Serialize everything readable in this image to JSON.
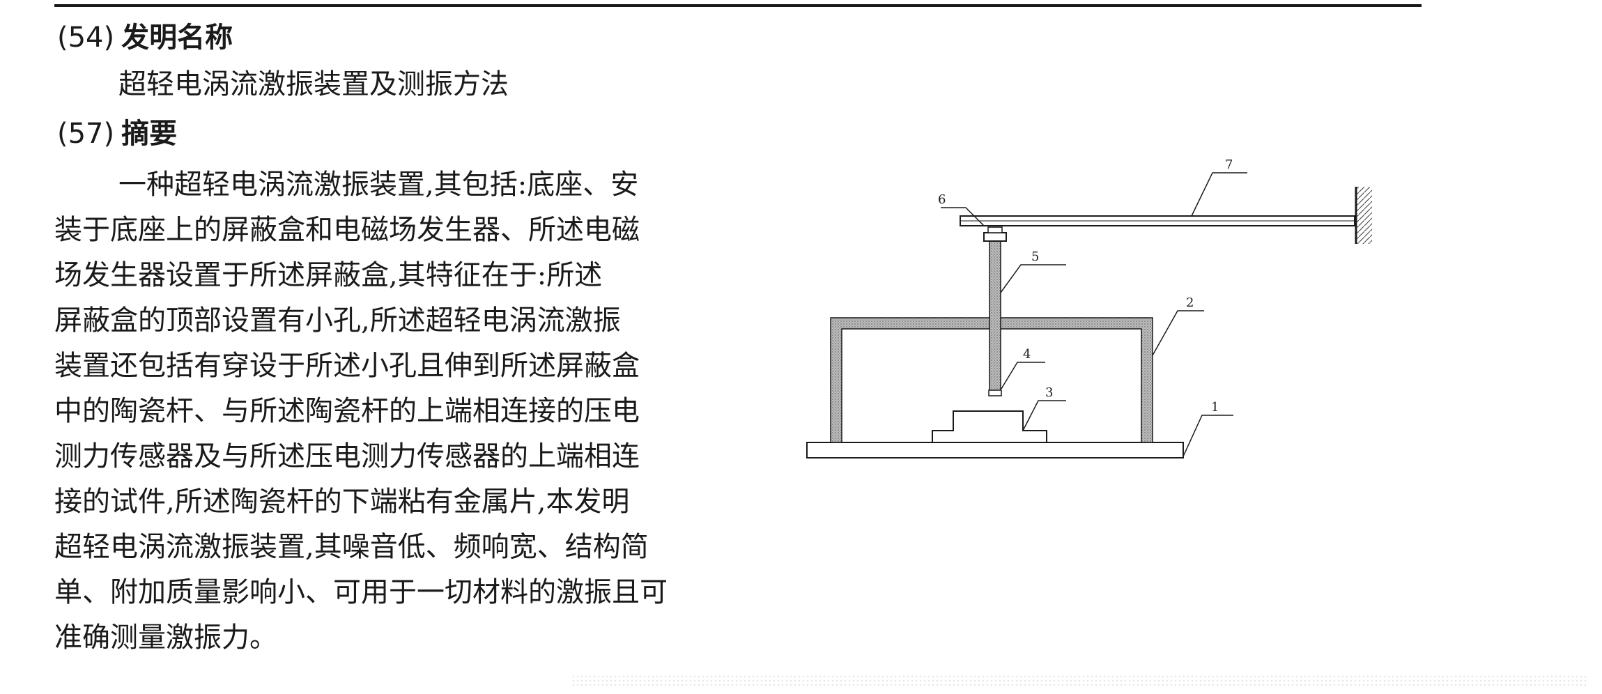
{
  "header": {
    "invention_title_code": "(54)",
    "invention_title_label": "发明名称",
    "invention_title": "超轻电涡流激振装置及测振方法",
    "abstract_code": "(57)",
    "abstract_label": "摘要"
  },
  "abstract_lines": [
    "一种超轻电涡流激振装置,其包括:底座、安",
    "装于底座上的屏蔽盒和电磁场发生器、所述电磁",
    "场发生器设置于所述屏蔽盒,其特征在于:所述",
    "屏蔽盒的顶部设置有小孔,所述超轻电涡流激振",
    "装置还包括有穿设于所述小孔且伸到所述屏蔽盒",
    "中的陶瓷杆、与所述陶瓷杆的上端相连接的压电",
    "测力传感器及与所述压电测力传感器的上端相连",
    "接的试件,所述陶瓷杆的下端粘有金属片,本发明",
    "超轻电涡流激振装置,其噪音低、频响宽、结构简",
    "单、附加质量影响小、可用于一切材料的激振且可",
    "准确测量激振力。"
  ],
  "figure": {
    "labels": [
      "1",
      "2",
      "3",
      "4",
      "5",
      "6",
      "7"
    ]
  },
  "colors": {
    "ink": "#1a1a1a",
    "hatch": "#8a8a8a"
  }
}
